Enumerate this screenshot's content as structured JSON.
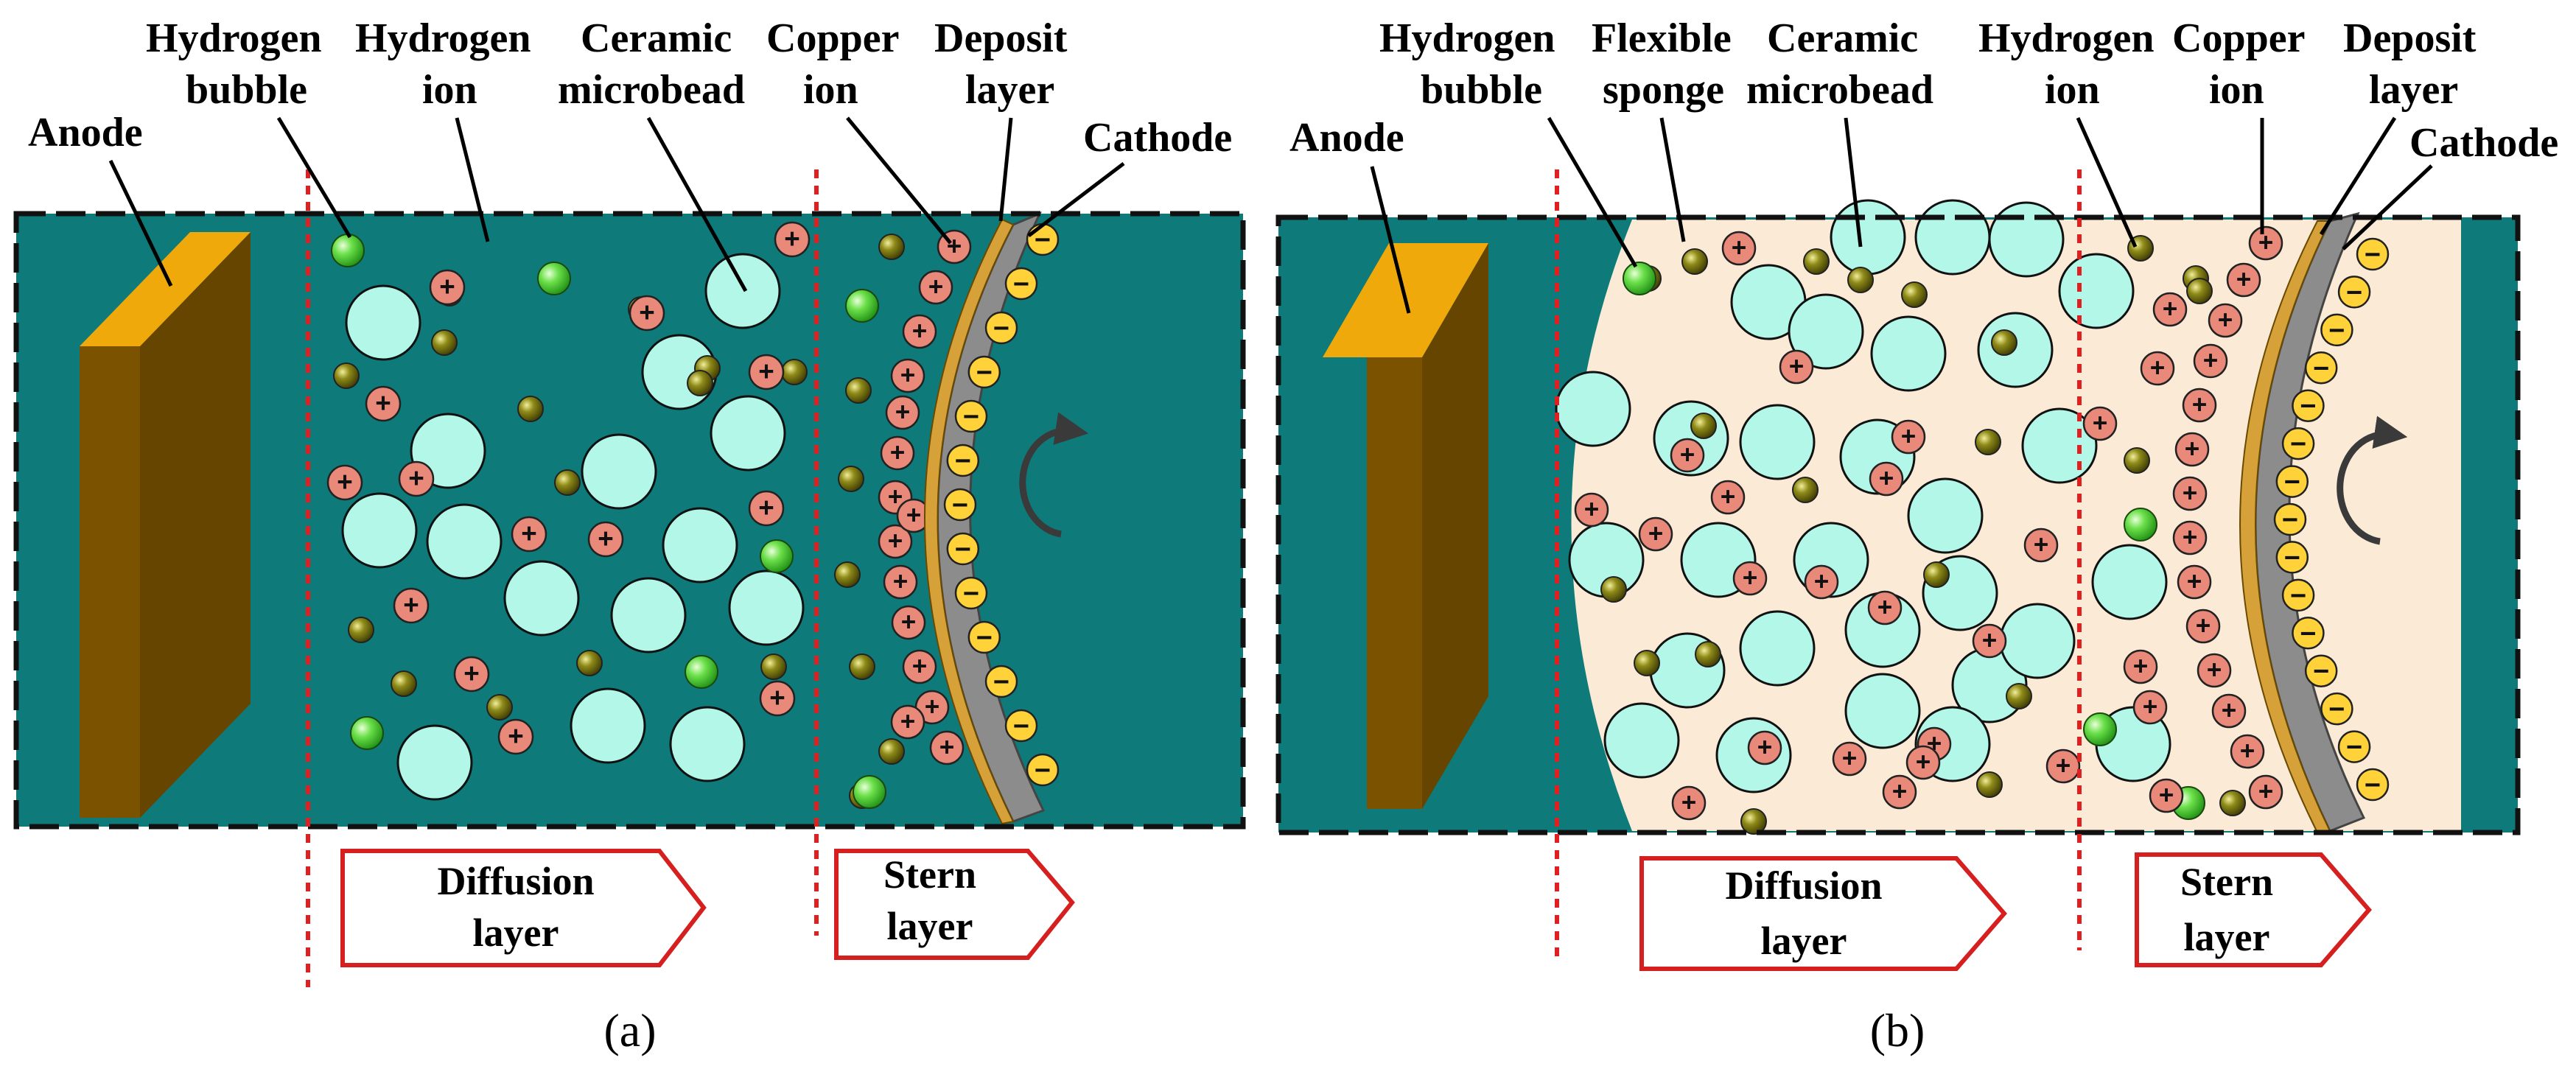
{
  "colors": {
    "electrolyte": "#0E7A7A",
    "sponge": "#FBEBD6",
    "anode_face": "#7B5200",
    "anode_top": "#F0A90A",
    "microbead": "#B3F7E9",
    "cation": "#E8897A",
    "anion": "#FFD23A",
    "bubble": "#48C832",
    "nanoparticle": "#7E7A10",
    "cathode": "#8C8C8C",
    "deposit": "#D7A13A",
    "divider": "#E02020",
    "arrow_box": "#D62020"
  },
  "panel_a": {
    "caption": "(a)",
    "labels": {
      "anode": "Anode",
      "hydrogen_bubble": [
        "Hydrogen",
        "bubble"
      ],
      "hydrogen_ion": [
        "Hydrogen",
        "ion"
      ],
      "ceramic_microbead": [
        "Ceramic",
        "microbead"
      ],
      "copper_ion": [
        "Copper",
        "ion"
      ],
      "deposit_layer": [
        "Deposit",
        "layer"
      ],
      "cathode": "Cathode"
    },
    "regions": {
      "diffusion_layer": [
        "Diffusion",
        "layer"
      ],
      "stern_layer": [
        "Stern",
        "layer"
      ]
    }
  },
  "panel_b": {
    "caption": "(b)",
    "labels": {
      "anode": "Anode",
      "hydrogen_bubble": [
        "Hydrogen",
        "bubble"
      ],
      "flexible_sponge": [
        "Flexible",
        "sponge"
      ],
      "ceramic_microbead": [
        "Ceramic",
        "microbead"
      ],
      "hydrogen_ion": [
        "Hydrogen",
        "ion"
      ],
      "copper_ion": [
        "Copper",
        "ion"
      ],
      "deposit_layer": [
        "Deposit",
        "layer"
      ],
      "cathode": "Cathode"
    },
    "regions": {
      "diffusion_layer": [
        "Diffusion",
        "layer"
      ],
      "stern_layer": [
        "Stern",
        "layer"
      ]
    }
  },
  "symbols": {
    "cation": "+",
    "anion": "−"
  }
}
